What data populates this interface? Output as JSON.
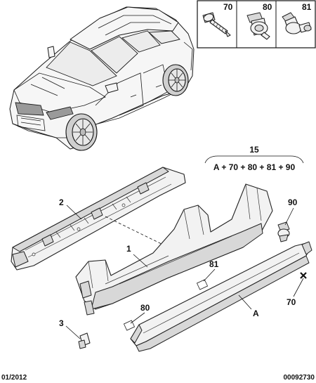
{
  "fastener_table": {
    "cells": [
      {
        "ref": "70",
        "icon": "screw-icon"
      },
      {
        "ref": "80",
        "icon": "push-clip-icon"
      },
      {
        "ref": "81",
        "icon": "snap-clip-icon"
      }
    ]
  },
  "kit": {
    "ref": "15",
    "formula": "A + 70 + 80 + 81 + 90"
  },
  "callouts": {
    "sill_reinforcement": "2",
    "sill_panel": "1",
    "bracket": "3",
    "clip_81": "81",
    "clip_80": "80",
    "clip_90": "90",
    "clip_70": "70",
    "sill_trim": "A"
  },
  "footer": {
    "date": "01/2012",
    "drawing_number": "00092730"
  }
}
